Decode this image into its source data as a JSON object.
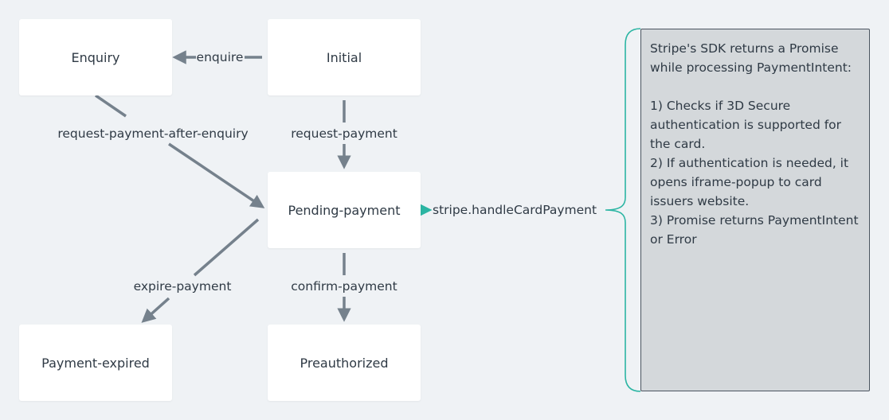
{
  "nodes": {
    "enquiry": "Enquiry",
    "initial": "Initial",
    "pending_payment": "Pending-payment",
    "payment_expired": "Payment-expired",
    "preauthorized": "Preauthorized"
  },
  "edges": {
    "enquire": "enquire",
    "request_payment_after_enquiry": "request-payment-after-enquiry",
    "request_payment": "request-payment",
    "expire_payment": "expire-payment",
    "confirm_payment": "confirm-payment",
    "stripe_call": "stripe.handleCardPayment"
  },
  "note": {
    "text": "Stripe's SDK returns a Promise while processing PaymentIntent:\n\n1) Checks if 3D Secure authentication is supported for the card.\n2) If authentication is needed, it opens iframe-popup to card issuers website.\n3) Promise returns PaymentIntent or Error"
  },
  "colors": {
    "background": "#eff2f5",
    "node_fill": "#ffffff",
    "arrow": "#75818c",
    "accent_teal": "#2bb5a3",
    "note_fill": "#d4d8db"
  }
}
